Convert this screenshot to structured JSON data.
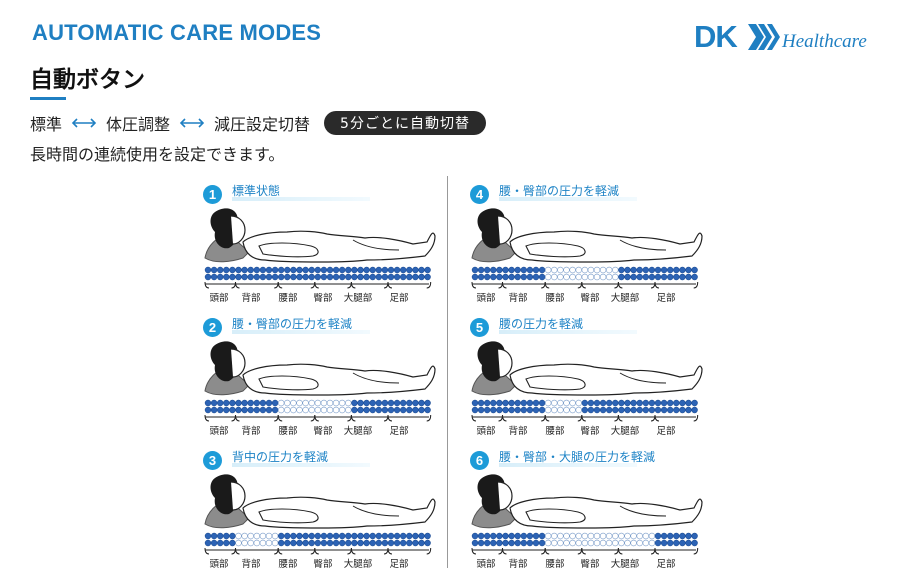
{
  "header": {
    "title_en": "AUTOMATIC CARE MODES",
    "title_jp": "自動ボタン"
  },
  "logo": {
    "mark": "DK",
    "text": "Healthcare",
    "color": "#1f7fc2"
  },
  "flow": {
    "step1": "標準",
    "step2": "体圧調整",
    "step3": "減圧設定切替",
    "badge": "5分ごとに自動切替"
  },
  "description": "長時間の連続使用を設定できます。",
  "body_labels": [
    "頭部",
    "背部",
    "腰部",
    "臀部",
    "大腿部",
    "足部"
  ],
  "colors": {
    "accent": "#1f7fc2",
    "number_circle": "#1d9bd8",
    "air_cell_inflated": "#2c63b5",
    "air_cell_relieved": "#ffffff"
  },
  "modes": [
    {
      "number": "1",
      "title": "標準状態",
      "relieved_zones": []
    },
    {
      "number": "2",
      "title": "腰・臀部の圧力を軽減",
      "relieved_zones": [
        2,
        3
      ]
    },
    {
      "number": "3",
      "title": "背中の圧力を軽減",
      "relieved_zones": [
        1
      ]
    },
    {
      "number": "4",
      "title": "腰・臀部の圧力を軽減",
      "relieved_zones": [
        2,
        3
      ]
    },
    {
      "number": "5",
      "title": "腰の圧力を軽減",
      "relieved_zones": [
        2
      ]
    },
    {
      "number": "6",
      "title": "腰・臀部・大腿の圧力を軽減",
      "relieved_zones": [
        2,
        3,
        4
      ]
    }
  ]
}
